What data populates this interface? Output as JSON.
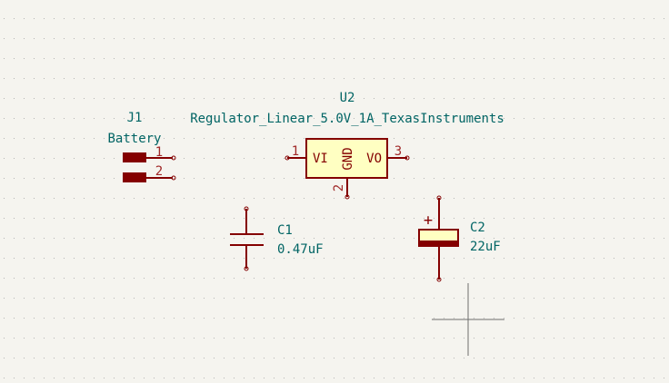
{
  "components": {
    "j1": {
      "reference": "J1",
      "value": "Battery",
      "pin1": "1",
      "pin2": "2"
    },
    "u2": {
      "reference": "U2",
      "value": "Regulator_Linear_5.0V_1A_TexasInstruments",
      "pin_vi_number": "1",
      "pin_vi_name": "VI",
      "pin_gnd_number": "2",
      "pin_gnd_name": "GND",
      "pin_vo_number": "3",
      "pin_vo_name": "VO"
    },
    "c1": {
      "reference": "C1",
      "value": "0.47uF"
    },
    "c2": {
      "reference": "C2",
      "value": "22uF",
      "polarity_mark": "+"
    }
  },
  "colors": {
    "background": "#f5f4ef",
    "grid_dot": "#b4b4b4",
    "symbol_line": "#840000",
    "symbol_fill": "#ffffc2",
    "reference_text": "#006464",
    "pin_number_text": "#a02828",
    "cursor": "#6e6e6e"
  }
}
